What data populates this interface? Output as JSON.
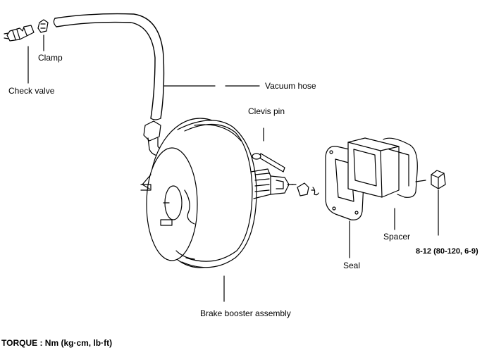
{
  "labels": {
    "check_valve": "Check valve",
    "clamp": "Clamp",
    "vacuum_hose": "Vacuum hose",
    "clevis_pin": "Clevis pin",
    "spacer": "Spacer",
    "seal": "Seal",
    "torque_value": "8-12 (80-120, 6-9)",
    "brake_booster": "Brake booster assembly",
    "torque_units": "TORQUE : Nm (kg·cm, lb·ft)"
  }
}
